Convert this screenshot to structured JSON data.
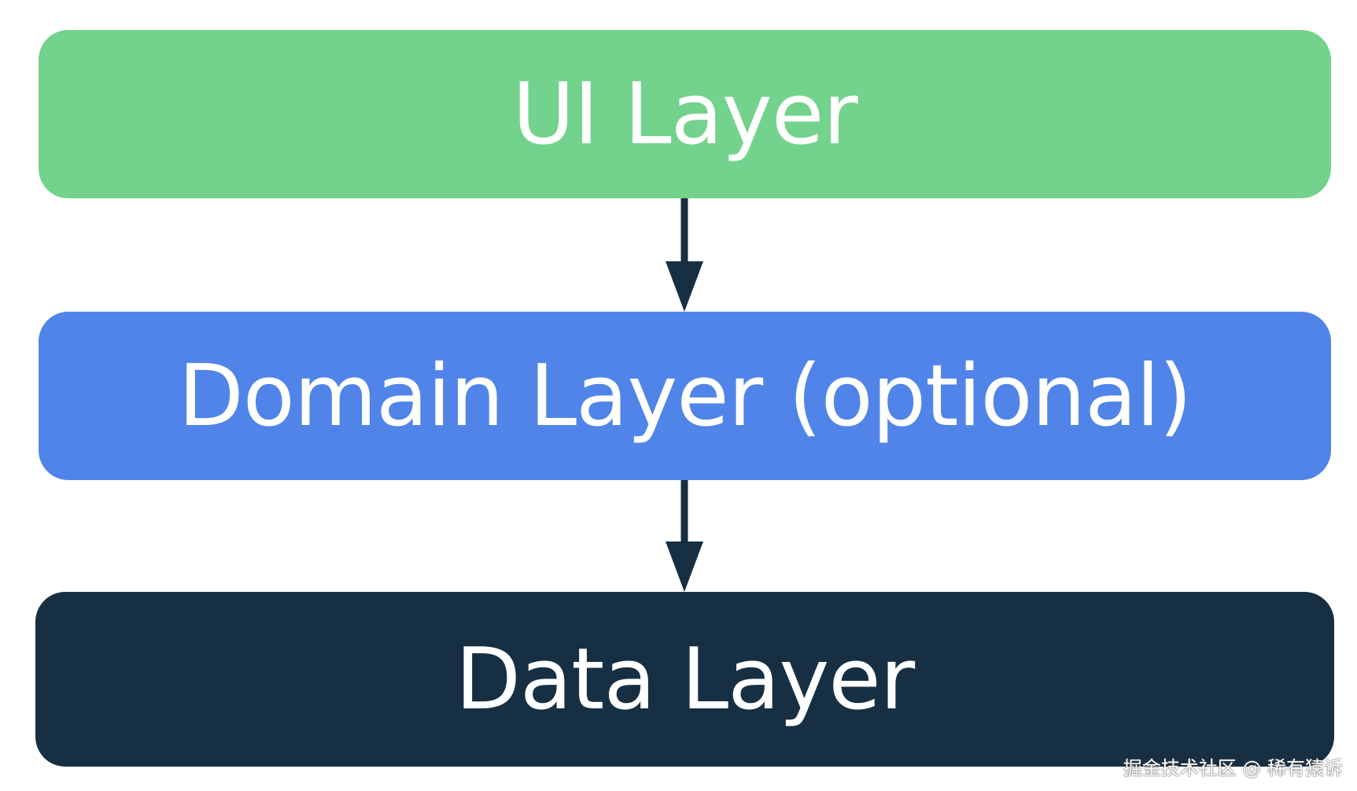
{
  "diagram": {
    "layers": [
      {
        "id": "ui",
        "label": "UI Layer",
        "color": "#73d38d"
      },
      {
        "id": "domain",
        "label": "Domain Layer (optional)",
        "color": "#5084e8"
      },
      {
        "id": "data",
        "label": "Data Layer",
        "color": "#172f42"
      }
    ],
    "arrow_color": "#172f42",
    "edges": [
      {
        "from": "ui",
        "to": "domain"
      },
      {
        "from": "domain",
        "to": "data"
      }
    ]
  },
  "watermark": "掘金技术社区 @ 稀有猿诉"
}
